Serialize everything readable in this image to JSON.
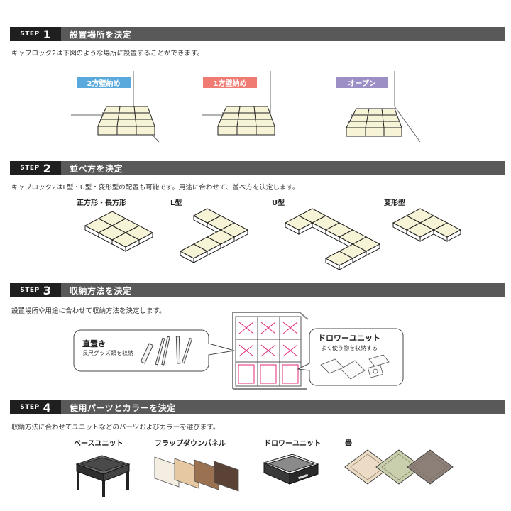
{
  "steps": [
    {
      "word": "STEP",
      "num": "1",
      "title": "設置場所を決定",
      "desc": "キャブロック2は下図のような場所に設置することができます。"
    },
    {
      "word": "STEP",
      "num": "2",
      "title": "並べ方を決定",
      "desc": "キャブロック2はL型・U型・変形型の配置も可能です。用途に合わせて、並べ方を決定します。"
    },
    {
      "word": "STEP",
      "num": "3",
      "title": "収納方法を決定",
      "desc": "設置場所や用途に合わせて収納方法を決定します。"
    },
    {
      "word": "STEP",
      "num": "4",
      "title": "使用パーツとカラーを決定",
      "desc": "収納方法に合わせてユニットなどのパーツおよびカラーを選びます。"
    }
  ],
  "step1": {
    "badges": [
      {
        "label": "2方壁納め",
        "color": "#5aa9dc"
      },
      {
        "label": "1方壁納め",
        "color": "#ef7b72"
      },
      {
        "label": "オープン",
        "color": "#9c8fc6"
      }
    ]
  },
  "step2": {
    "shapes": [
      "正方形・長方形",
      "L型",
      "U型",
      "変形型"
    ]
  },
  "step3": {
    "left_bubble": {
      "title": "直置き",
      "sub": "長尺グッズ類を収納"
    },
    "right_bubble": {
      "title": "ドロワーユニット",
      "sub": "よく使う物を収納する"
    },
    "accent_color": "#e0287a"
  },
  "step4": {
    "parts": [
      "ベースユニット",
      "フラップダウンパネル",
      "ドロワーユニット",
      "畳"
    ],
    "panel_colors": [
      "#f3ede2",
      "#e6c9a3",
      "#9a7252",
      "#5a4237"
    ],
    "tatami_colors": [
      "#ecdcc6",
      "#c9cfac",
      "#8c8078"
    ]
  },
  "colors": {
    "bar": "#595959",
    "bar_tag": "#1f1f1f",
    "tile_fill": "#f6f3d6",
    "tile_side": "#ffffff",
    "base_dark": "#3a3a3a"
  }
}
